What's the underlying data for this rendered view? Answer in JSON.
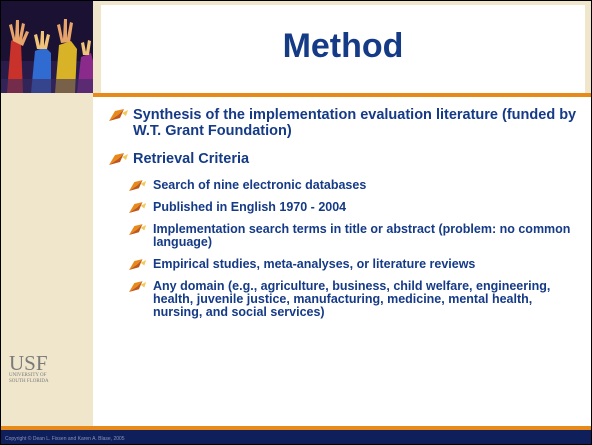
{
  "slide": {
    "title": "Method",
    "bullets": [
      {
        "text": "Synthesis of the implementation evaluation literature (funded by W.T. Grant Foundation)",
        "subitems": []
      },
      {
        "text": "Retrieval Criteria",
        "subitems": [
          "Search of nine electronic databases",
          "Published in English 1970 - 2004",
          "Implementation search terms in title or abstract (problem: no common language)",
          "Empirical studies, meta-analyses, or literature reviews",
          "Any domain (e.g., agriculture, business, child welfare, engineering, health, juvenile justice, manufacturing, medicine, mental health, nursing, and social services)"
        ]
      }
    ]
  },
  "logo": {
    "main": "USF",
    "line1": "UNIVERSITY OF",
    "line2": "SOUTH FLORIDA"
  },
  "footer": {
    "copyright": "Copyright © Dean L. Fixsen and Karen A. Blase, 2005"
  },
  "colors": {
    "title": "#153a86",
    "accent": "#e88a1a",
    "footer": "#0e1f5c",
    "band": "#efe6cc"
  },
  "icons": {
    "bullet": "arrow-bullet-icon",
    "photo": "crowd-hands-photo"
  }
}
